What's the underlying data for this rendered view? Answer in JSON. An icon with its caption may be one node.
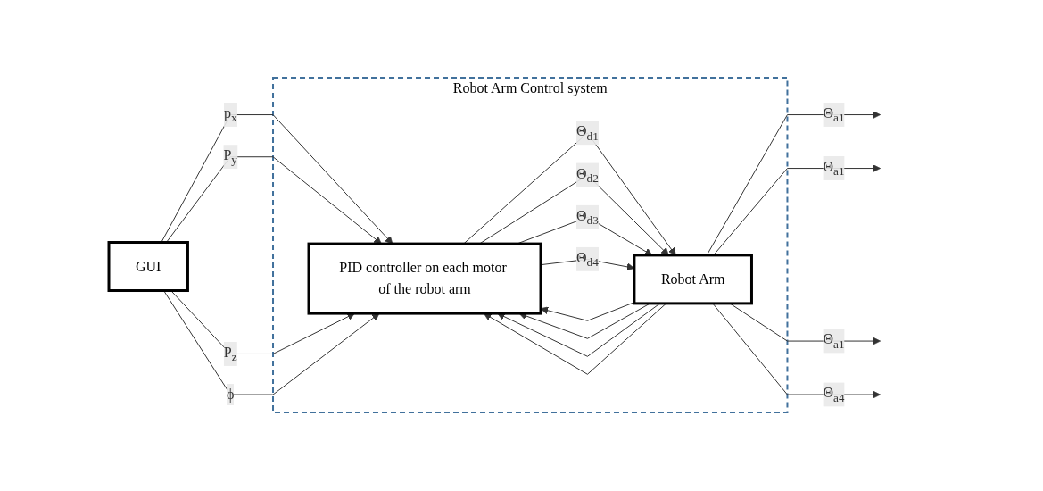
{
  "diagram": {
    "nodes": [
      {
        "text": [
          "Robot Arm Control system"
        ]
      },
      {
        "text": [
          "GUI"
        ]
      },
      {
        "text": [
          "PID controller on each motor of the robot arm"
        ],
        "in": 0
      },
      {
        "text": [
          "Robot Arm"
        ],
        "in": 0
      }
    ],
    "edges": [
      {
        "from": 1,
        "to": 2,
        "arrow": "to",
        "label": "p$_{x}$"
      },
      {
        "from": 1,
        "to": 2,
        "arrow": "to",
        "label": "P$_{y}$"
      },
      {
        "from": 1,
        "to": 2,
        "arrow": "to",
        "label": "P$_{z}$"
      },
      {
        "from": 1,
        "to": 2,
        "arrow": "to",
        "label": "ϕ"
      },
      {
        "from": 2,
        "to": 3,
        "arrow": "to",
        "label": "Θ$_{d1}$"
      },
      {
        "from": 2,
        "to": 3,
        "arrow": "to",
        "label": "Θ$_{d2}$"
      },
      {
        "from": 2,
        "to": 3,
        "arrow": "to",
        "label": "Θ$_{d3}$"
      },
      {
        "from": 2,
        "to": 3,
        "arrow": "to",
        "label": "Θ$_{d4}$"
      },
      {
        "from": 3,
        "to": null,
        "arrow": "to",
        "label": "Θ$_{a1}$"
      },
      {
        "from": 3,
        "to": null,
        "arrow": "to",
        "label": "Θ$_{a1}$"
      },
      {
        "from": 3,
        "to": null,
        "arrow": "to",
        "label": "Θ$_{a1}$"
      },
      {
        "from": 3,
        "to": null,
        "arrow": "to",
        "label": "Θ$_{a4}$"
      },
      {
        "from": 3,
        "to": 2,
        "arrow": "to"
      },
      {
        "from": 3,
        "to": 2,
        "arrow": "to"
      },
      {
        "from": 3,
        "to": 2,
        "arrow": "to"
      },
      {
        "from": 3,
        "to": 2,
        "arrow": "to"
      }
    ]
  }
}
